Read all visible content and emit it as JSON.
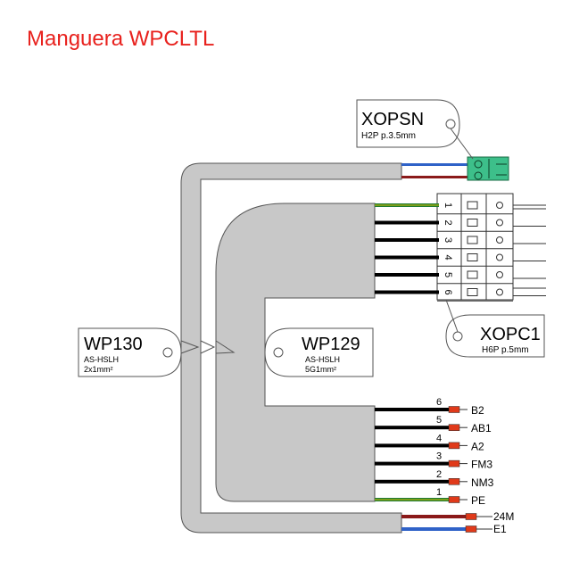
{
  "title": "Manguera WPCLTL",
  "colors": {
    "title": "#e8211d",
    "sheath": "#c8c8c8",
    "connector_green": "#3dbf8a",
    "wire_blue": "#2f62c8",
    "wire_brown": "#8b1a1a",
    "wire_black": "#000000",
    "wire_green": "#1f7a33",
    "wire_yellow": "#d8c200",
    "ferrule_red": "#e03a1a"
  },
  "tags": {
    "xopsn": {
      "name": "XOPSN",
      "desc": "H2P p.3.5mm"
    },
    "xopc1": {
      "name": "XOPC1",
      "desc": "H6P p.5mm"
    },
    "wp130": {
      "name": "WP130",
      "type": "AS-HSLH",
      "section": "2x1mm²"
    },
    "wp129": {
      "name": "WP129",
      "type": "AS-HSLH",
      "section": "5G1mm²"
    }
  },
  "xopc1_pins": [
    "1",
    "2",
    "3",
    "4",
    "5",
    "6"
  ],
  "wp129_terminals": [
    {
      "pin": "6",
      "label": "B2"
    },
    {
      "pin": "5",
      "label": "AB1"
    },
    {
      "pin": "4",
      "label": "A2"
    },
    {
      "pin": "3",
      "label": "FM3"
    },
    {
      "pin": "2",
      "label": "NM3"
    },
    {
      "pin": "1",
      "label": "PE"
    }
  ],
  "wp130_terminals": [
    {
      "label": "24M"
    },
    {
      "label": "E1"
    }
  ]
}
